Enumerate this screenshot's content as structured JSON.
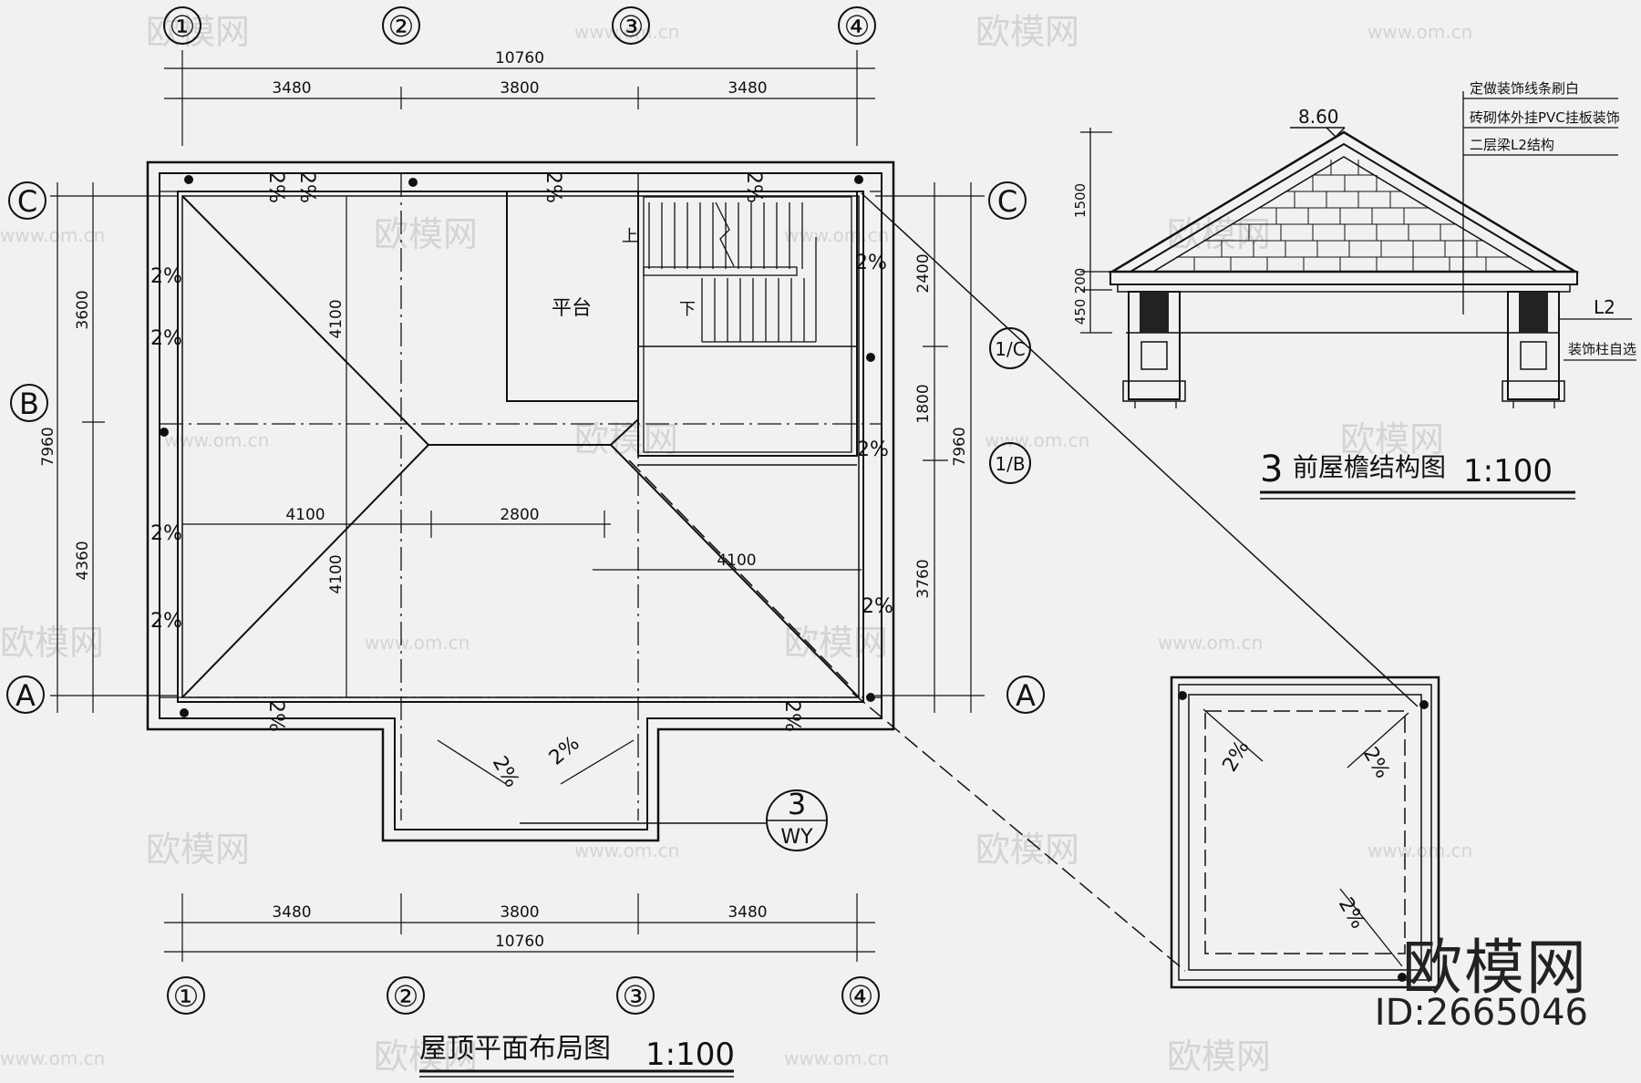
{
  "watermark": {
    "site": "www.om.cn",
    "name": "欧模网"
  },
  "brand": {
    "name": "欧模网",
    "id": "ID:2665046"
  },
  "plan": {
    "title": "屋顶平面布局图",
    "scale": "1:100",
    "grid_cols": [
      "①",
      "②",
      "③",
      "④"
    ],
    "grid_rows": [
      "C",
      "B",
      "A"
    ],
    "grid_aux": [
      "1/C",
      "1/B"
    ],
    "dims_top_total": "10760",
    "dims_top": [
      "3480",
      "3800",
      "3480"
    ],
    "dims_bottom": [
      "3480",
      "3800",
      "3480"
    ],
    "dims_bottom_total": "10760",
    "dims_left_total": "7960",
    "dims_left": [
      "3600",
      "4360"
    ],
    "dims_right_total": "7960",
    "dims_right": [
      "2400",
      "1800",
      "3760"
    ],
    "inner_dims": [
      "4100",
      "2800",
      "4100",
      "4100",
      "4100"
    ],
    "slope": "2%",
    "platform_label": "平台",
    "stair_up": "上",
    "stair_down": "下",
    "section_tag": {
      "num": "3",
      "ref": "WY"
    }
  },
  "eave": {
    "title_num": "3",
    "title": "前屋檐结构图",
    "scale": "1:100",
    "elevation": "8.60",
    "dims": [
      "1500",
      "200",
      "450"
    ],
    "notes": [
      "定做装饰线条刷白",
      "砖砌体外挂PVC挂板装饰",
      "二层梁L2结构"
    ],
    "beam_label": "L2",
    "column_note": "装饰柱自选"
  },
  "detail": {
    "slope": "2%"
  }
}
